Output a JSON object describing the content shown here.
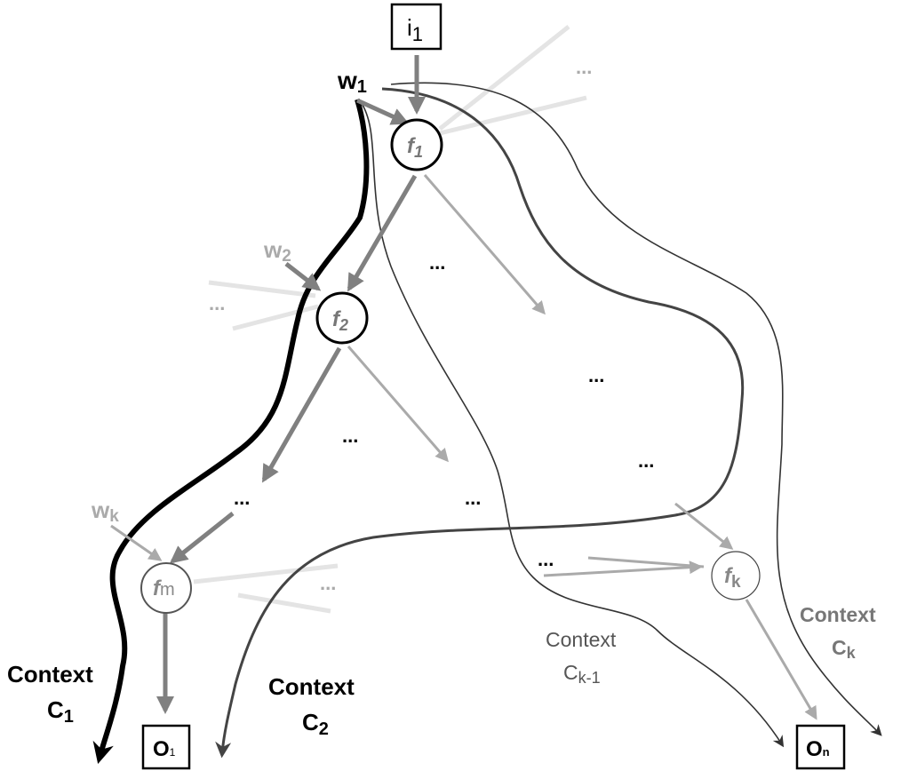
{
  "nodes": {
    "input": {
      "label": "i",
      "sub": "1"
    },
    "f1": {
      "label": "f",
      "sub": "1"
    },
    "f2": {
      "label": "f",
      "sub": "2"
    },
    "fm": {
      "label": "f",
      "sub": "m"
    },
    "fk": {
      "label": "f",
      "sub": "k"
    },
    "o1": {
      "label": "O",
      "sub": "1"
    },
    "on": {
      "label": "O",
      "sub": "n"
    }
  },
  "weights": {
    "w1": {
      "label": "w",
      "sub": "1"
    },
    "w2": {
      "label": "w",
      "sub": "2"
    },
    "wk": {
      "label": "w",
      "sub": "k"
    }
  },
  "ellipsis": "...",
  "contexts": {
    "c1": {
      "title": "Context",
      "label": "C",
      "sub": "1"
    },
    "c2": {
      "title": "Context",
      "label": "C",
      "sub": "2"
    },
    "ck1": {
      "title": "Context",
      "label": "C",
      "sub": "k-1"
    },
    "ck": {
      "title": "Context",
      "label": "C",
      "sub": "k"
    }
  },
  "colors": {
    "dark": "#000000",
    "mid": "#808080",
    "light": "#aaaaaa",
    "faint": "#e4e4e4",
    "context2": "#444444",
    "contextk": "#333333"
  }
}
